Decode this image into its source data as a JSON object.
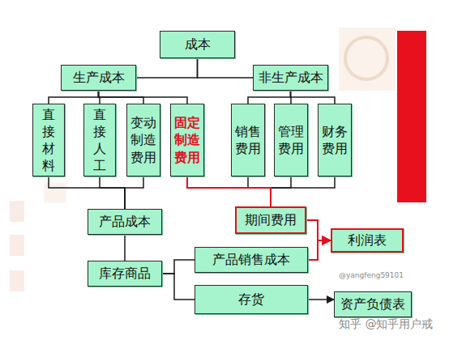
{
  "diagram": {
    "title": "变动成本法成本流程图",
    "nodes": [
      {
        "text": [
          "成本"
        ]
      },
      {
        "text": [
          "生产成本"
        ]
      },
      {
        "text": [
          "非生产成本"
        ]
      },
      {
        "text": [
          "直接材料"
        ]
      },
      {
        "text": [
          "直接人工"
        ]
      },
      {
        "text": [
          "变动制造费用"
        ]
      },
      {
        "text": [
          "固定制造费用"
        ]
      },
      {
        "text": [
          "销售费用"
        ]
      },
      {
        "text": [
          "管理费用"
        ]
      },
      {
        "text": [
          "财务费用"
        ]
      },
      {
        "text": [
          "产品成本"
        ]
      },
      {
        "text": [
          "期间费用"
        ]
      },
      {
        "text": [
          "利润表"
        ]
      },
      {
        "text": [
          "库存商品"
        ]
      },
      {
        "text": [
          "产品销售成本"
        ]
      },
      {
        "text": [
          "存货"
        ]
      },
      {
        "text": [
          "资产负债表"
        ]
      }
    ],
    "edges": [
      {
        "from": 0,
        "to": 1,
        "arrow": "none"
      },
      {
        "from": 0,
        "to": 2,
        "arrow": "none"
      },
      {
        "from": 1,
        "to": 3,
        "arrow": "none"
      },
      {
        "from": 1,
        "to": 4,
        "arrow": "none"
      },
      {
        "from": 1,
        "to": 5,
        "arrow": "none"
      },
      {
        "from": 1,
        "to": 6,
        "arrow": "none"
      },
      {
        "from": 2,
        "to": 7,
        "arrow": "none"
      },
      {
        "from": 2,
        "to": 8,
        "arrow": "none"
      },
      {
        "from": 2,
        "to": 9,
        "arrow": "none"
      },
      {
        "from": 3,
        "to": 10,
        "arrow": "none"
      },
      {
        "from": 4,
        "to": 10,
        "arrow": "none"
      },
      {
        "from": 5,
        "to": 10,
        "arrow": "none"
      },
      {
        "from": 7,
        "to": 11,
        "arrow": "none"
      },
      {
        "from": 8,
        "to": 11,
        "arrow": "none"
      },
      {
        "from": 9,
        "to": 11,
        "arrow": "none"
      },
      {
        "from": 6,
        "to": 11,
        "arrow": "none"
      },
      {
        "from": 10,
        "to": 13,
        "arrow": "none"
      },
      {
        "from": 13,
        "to": 14,
        "arrow": "none"
      },
      {
        "from": 13,
        "to": 15,
        "arrow": "none"
      },
      {
        "from": 11,
        "to": 12,
        "arrow": "to"
      },
      {
        "from": 14,
        "to": 12,
        "arrow": "to"
      },
      {
        "from": 15,
        "to": 16,
        "arrow": "to"
      }
    ],
    "labels": [
      "@yangfeng59101",
      "知乎 @知乎用户戒"
    ]
  }
}
